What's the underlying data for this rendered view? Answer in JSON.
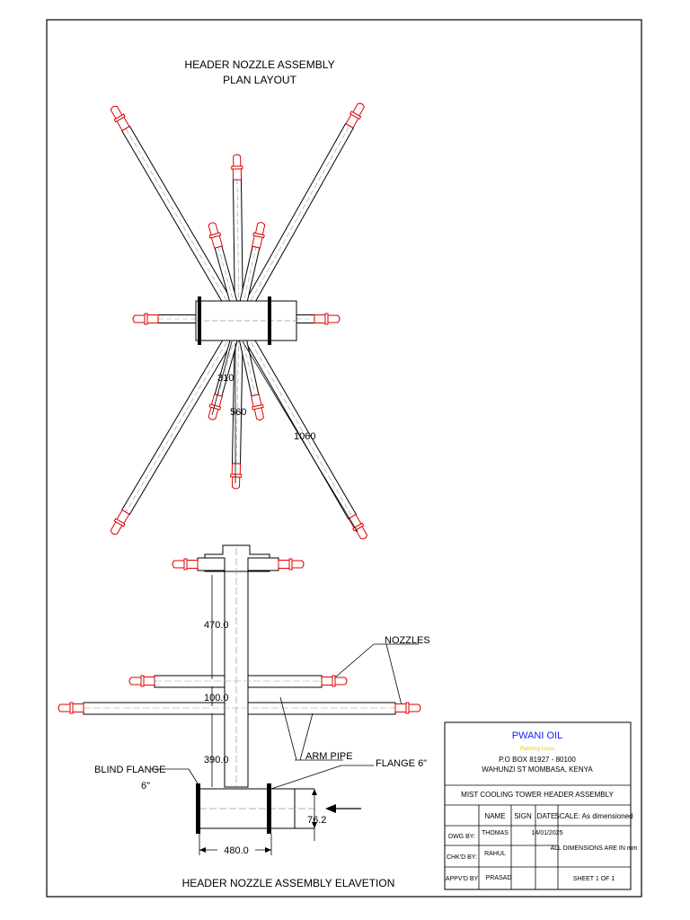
{
  "plan": {
    "title_line1": "HEADER NOZZLE ASSEMBLY",
    "title_line2": "PLAN LAYOUT",
    "dim_a": "310",
    "dim_b": "560",
    "dim_c": "1060"
  },
  "elevation": {
    "title": "HEADER NOZZLE ASSEMBLY ELAVETION",
    "dim_upper": "470.0",
    "dim_gap": "100.0",
    "dim_lower": "390.0",
    "dim_width": "480.0",
    "dim_pipe": "76.2",
    "label_nozzles": "NOZZLES",
    "label_arm_pipe": "ARM PIPE",
    "label_flange": "FLANGE 6\"",
    "label_blind_flange_line1": "BLIND FLANGE",
    "label_blind_flange_line2": "6\""
  },
  "title_block": {
    "company": "PWANI OIL",
    "subtitle": "Refining Lines",
    "address_line1": "P.O BOX 81927 - 80100",
    "address_line2": "WAHUNZI ST MOMBASA, KENYA",
    "drawing_title": "MIST COOLING TOWER HEADER ASSEMBLY",
    "col_name": "NAME",
    "col_sign": "SIGN",
    "col_date": "DATE",
    "scale": "SCALE: As dimensioned",
    "row_dwg_label": "DWG BY:",
    "row_dwg_name": "THOMAS",
    "row_dwg_date": "14/01/2025",
    "row_chk_label": "CHK'D BY:",
    "row_chk_name": "RAHUL",
    "row_appvd_label": "APPV'D BY",
    "row_appvd_name": "PRASAD",
    "dimensions_note": "ALL DIMENSIONS ARE IN mm",
    "sheet": "SHEET 1 OF 1"
  },
  "colors": {
    "company_blue": "#1a1aff",
    "subtitle_yellow": "#e6d200",
    "nozzle_red": "#e00000"
  }
}
